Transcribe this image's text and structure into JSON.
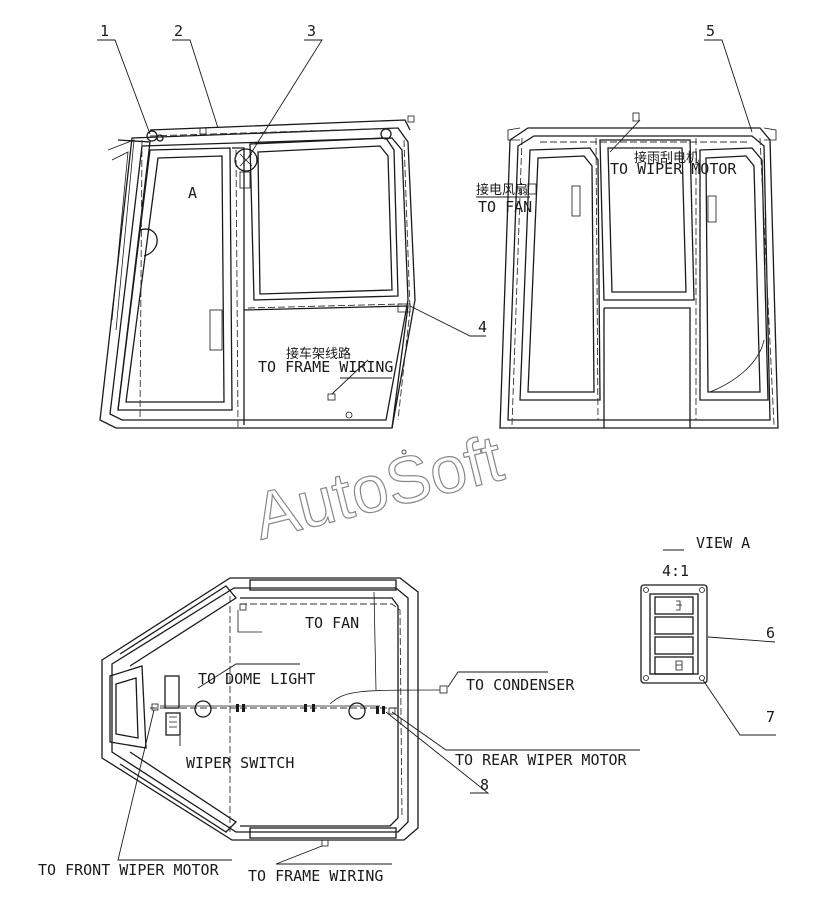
{
  "diagram": {
    "callouts": [
      "1",
      "2",
      "3",
      "4",
      "5",
      "6",
      "7",
      "8"
    ],
    "view_marker": "A",
    "labels": {
      "frame_wiring_cn": "接车架线路",
      "frame_wiring": "TO FRAME WIRING",
      "fan_cn": "接电风扇",
      "fan": "TO FAN",
      "wiper_motor_cn": "接雨刮电机",
      "wiper_motor": "TO WIPER MOTOR",
      "fan_plan": "TO FAN",
      "dome_light": "TO DOME LIGHT",
      "condenser": "TO CONDENSER",
      "wiper_switch": "WIPER SWITCH",
      "rear_wiper_motor": "TO REAR WIPER MOTOR",
      "front_wiper_motor": "TO FRONT WIPER MOTOR",
      "frame_wiring_plan": "TO FRAME WIRING",
      "view_a": "VIEW A",
      "scale": "4:1"
    },
    "watermark": "AutoSoft"
  }
}
